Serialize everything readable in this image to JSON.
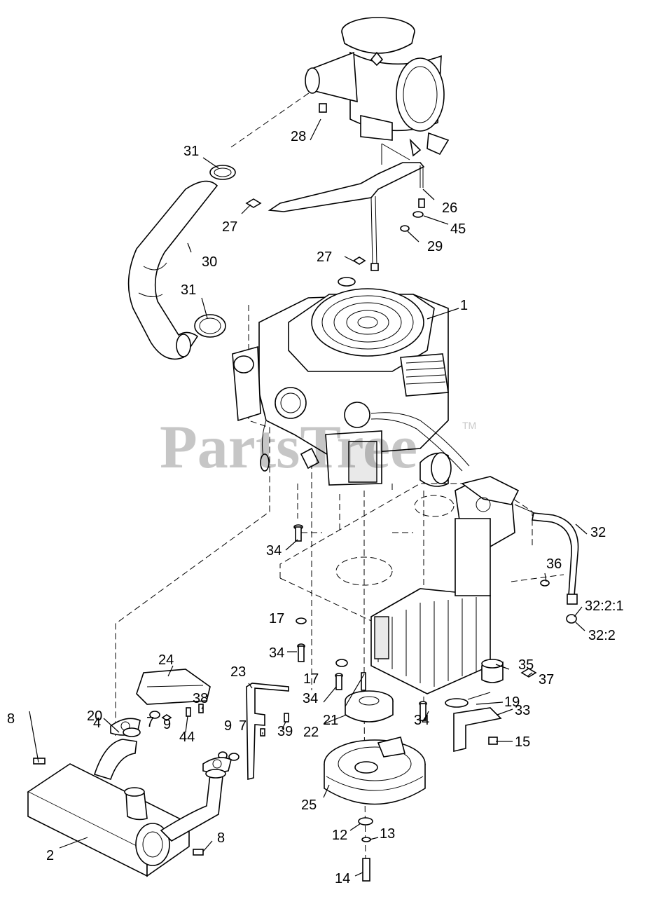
{
  "watermark": {
    "text": "PartsTree",
    "tm": "TM"
  },
  "callouts": [
    {
      "id": "1",
      "label": "1"
    },
    {
      "id": "2",
      "label": "2"
    },
    {
      "id": "4",
      "label": "4"
    },
    {
      "id": "7a",
      "label": "7"
    },
    {
      "id": "7b",
      "label": "7"
    },
    {
      "id": "8a",
      "label": "8"
    },
    {
      "id": "8b",
      "label": "8"
    },
    {
      "id": "9a",
      "label": "9"
    },
    {
      "id": "9b",
      "label": "9"
    },
    {
      "id": "12",
      "label": "12"
    },
    {
      "id": "13",
      "label": "13"
    },
    {
      "id": "14",
      "label": "14"
    },
    {
      "id": "15",
      "label": "15"
    },
    {
      "id": "17a",
      "label": "17"
    },
    {
      "id": "17b",
      "label": "17"
    },
    {
      "id": "19",
      "label": "19"
    },
    {
      "id": "20",
      "label": "20"
    },
    {
      "id": "21",
      "label": "21"
    },
    {
      "id": "22",
      "label": "22"
    },
    {
      "id": "23",
      "label": "23"
    },
    {
      "id": "24",
      "label": "24"
    },
    {
      "id": "25",
      "label": "25"
    },
    {
      "id": "26",
      "label": "26"
    },
    {
      "id": "27a",
      "label": "27"
    },
    {
      "id": "27b",
      "label": "27"
    },
    {
      "id": "28",
      "label": "28"
    },
    {
      "id": "29",
      "label": "29"
    },
    {
      "id": "30",
      "label": "30"
    },
    {
      "id": "31a",
      "label": "31"
    },
    {
      "id": "31b",
      "label": "31"
    },
    {
      "id": "32",
      "label": "32"
    },
    {
      "id": "32-2-1",
      "label": "32:2:1"
    },
    {
      "id": "32-2",
      "label": "32:2"
    },
    {
      "id": "33",
      "label": "33"
    },
    {
      "id": "34a",
      "label": "34"
    },
    {
      "id": "34b",
      "label": "34"
    },
    {
      "id": "34c",
      "label": "34"
    },
    {
      "id": "34d",
      "label": "34"
    },
    {
      "id": "35",
      "label": "35"
    },
    {
      "id": "36",
      "label": "36"
    },
    {
      "id": "37",
      "label": "37"
    },
    {
      "id": "38",
      "label": "38"
    },
    {
      "id": "39",
      "label": "39"
    },
    {
      "id": "44",
      "label": "44"
    },
    {
      "id": "45",
      "label": "45"
    }
  ]
}
